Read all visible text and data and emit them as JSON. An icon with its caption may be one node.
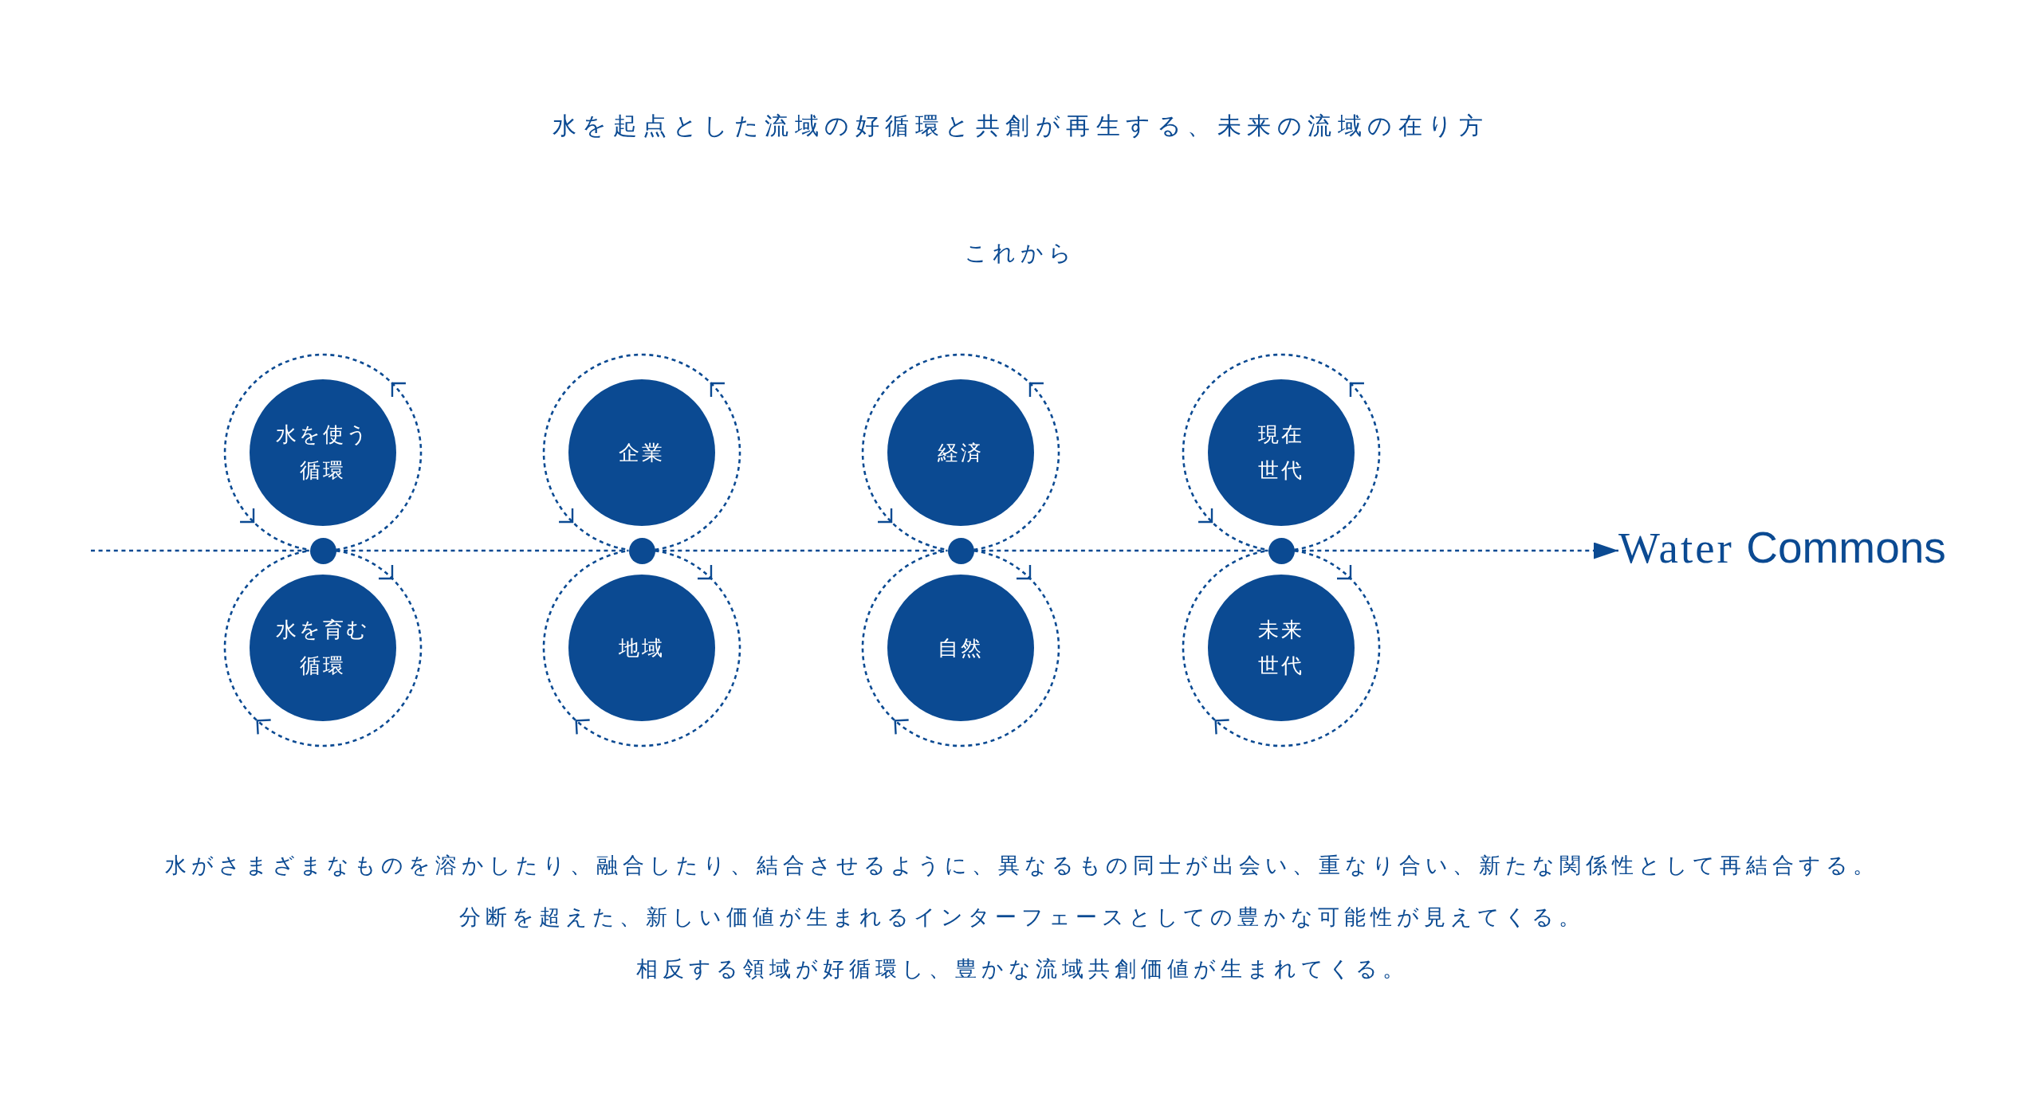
{
  "diagram": {
    "title": "水を起点とした流域の好循環と共創が再生する、未来の流域の在り方",
    "nodes": [
      {
        "text": [
          "水を使う循環"
        ]
      },
      {
        "text": [],
        "shape": "circle"
      },
      {
        "text": [
          "水を育む循環"
        ]
      },
      {
        "text": [
          "企業"
        ]
      },
      {
        "text": [],
        "shape": "circle"
      },
      {
        "text": [
          "地域"
        ]
      },
      {
        "text": [
          "経済"
        ]
      },
      {
        "text": [],
        "shape": "circle"
      },
      {
        "text": [
          "自然"
        ]
      },
      {
        "text": [
          "現在世代"
        ]
      },
      {
        "text": [],
        "shape": "circle"
      },
      {
        "text": [
          "未来世代"
        ]
      },
      {
        "text": [
          "Water Commons"
        ]
      }
    ],
    "edges": [
      {
        "from": null,
        "to": 1,
        "arrow": "none",
        "style": "dashed"
      },
      {
        "from": 1,
        "to": 4,
        "arrow": "none",
        "style": "dashed"
      },
      {
        "from": 4,
        "to": 7,
        "arrow": "none",
        "style": "dashed"
      },
      {
        "from": 7,
        "to": 10,
        "arrow": "none",
        "style": "dashed"
      },
      {
        "from": 10,
        "to": 12,
        "arrow": "to",
        "style": "dashed"
      }
    ],
    "labels": [
      "これから",
      "水がさまざまなものを溶かしたり、融合したり、結合させるように、異なるもの同士が出会い、重なり合い、新たな関係性として再結合する。",
      "分断を超えた、新しい価値が生まれるインターフェースとしての豊かな可能性が見えてくる。",
      "相反する領域が好循環し、豊かな流域共創価値が生まれてくる。"
    ]
  }
}
